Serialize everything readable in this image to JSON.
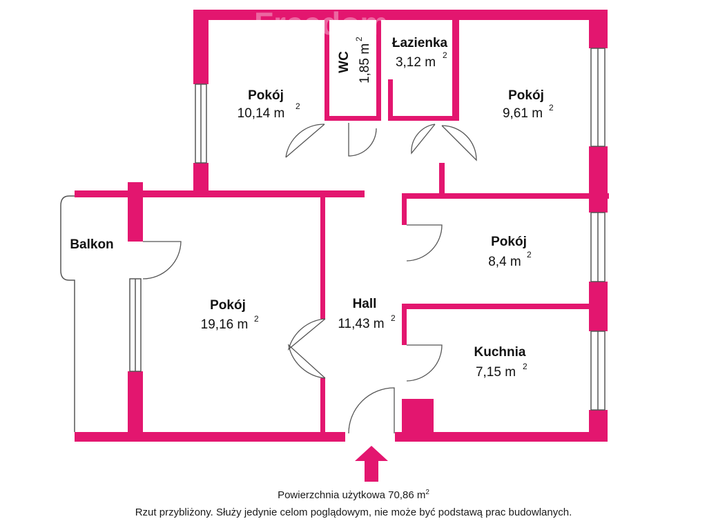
{
  "colors": {
    "wall": "#e3166f",
    "line": "#555555",
    "text": "#111111"
  },
  "watermark": "Freedom",
  "rooms": {
    "pokoj_a": {
      "name": "Pokój",
      "area": "10,14 m",
      "sup": "2"
    },
    "wc": {
      "name": "WC",
      "area": "1,85 m",
      "sup": "2"
    },
    "lazienka": {
      "name": "Łazienka",
      "area": "3,12 m",
      "sup": "2"
    },
    "pokoj_b": {
      "name": "Pokój",
      "area": "9,61 m",
      "sup": "2"
    },
    "balkon": {
      "name": "Balkon"
    },
    "pokoj_c": {
      "name": "Pokój",
      "area": "8,4 m",
      "sup": "2"
    },
    "pokoj_d": {
      "name": "Pokój",
      "area": "19,16 m",
      "sup": "2"
    },
    "hall": {
      "name": "Hall",
      "area": "11,43 m",
      "sup": "2"
    },
    "kuchnia": {
      "name": "Kuchnia",
      "area": "7,15 m",
      "sup": "2"
    }
  },
  "footer": {
    "area_label": "Powierzchnia użytkowa 70,86 m",
    "area_sup": "2",
    "disclaimer": "Rzut przybliżony. Służy jedynie celom poglądowym, nie może być podstawą prac budowlanych."
  },
  "entrance_icon": "arrow-up-icon"
}
